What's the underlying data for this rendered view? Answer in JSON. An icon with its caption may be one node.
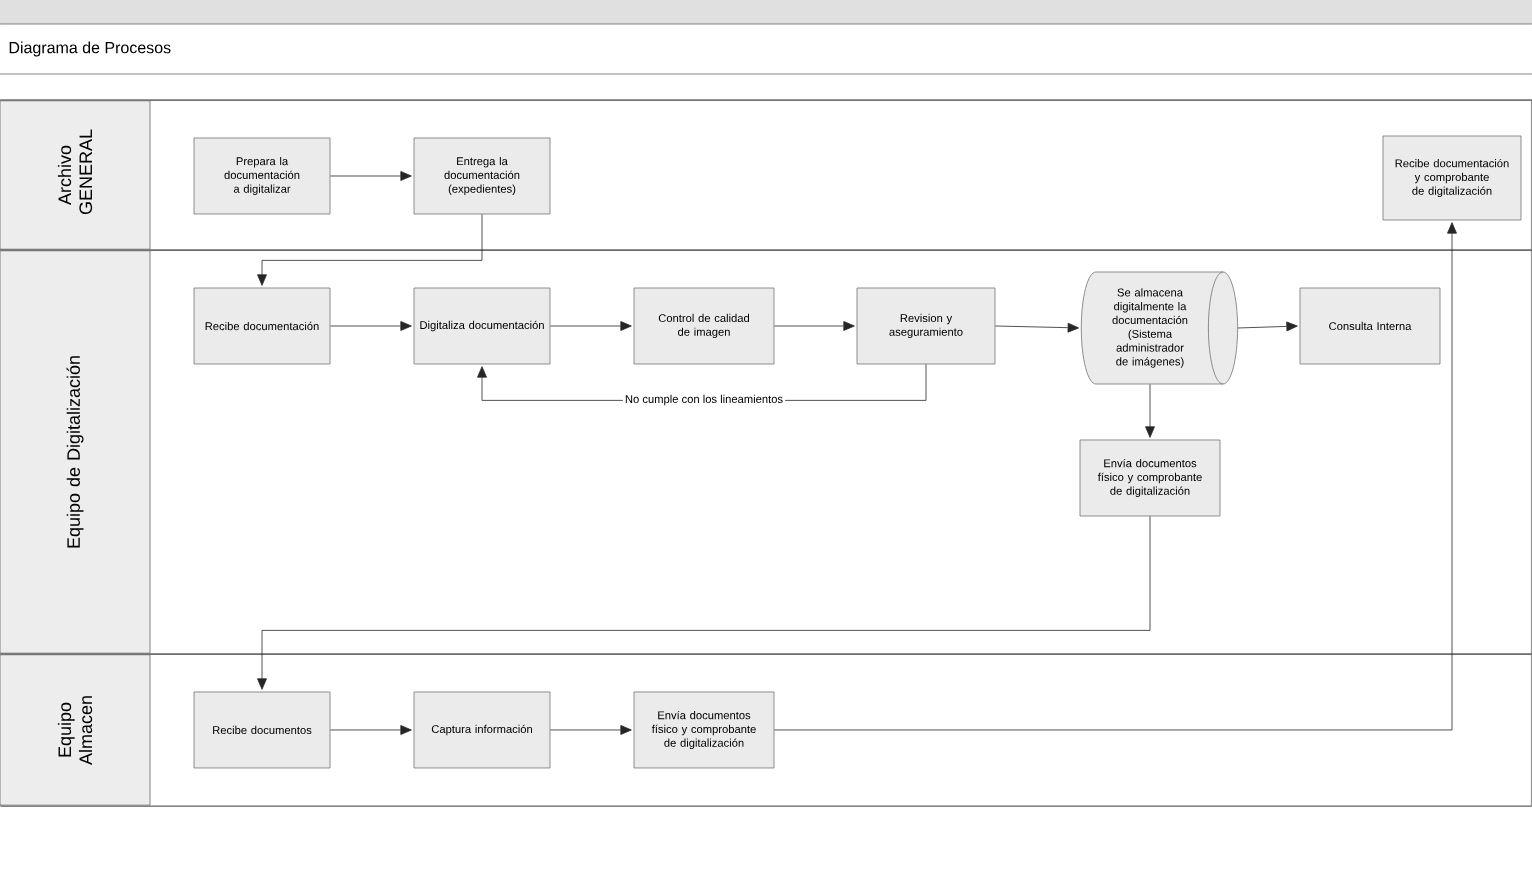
{
  "diagram": {
    "title": "Diagrama de Procesos",
    "nodes": [
      {
        "text": [
          "Archivo GENERAL"
        ]
      },
      {
        "text": [
          "Prepara la documentación a digitalizar"
        ],
        "in": 0
      },
      {
        "text": [
          "Entrega la documentación (expedientes)"
        ],
        "in": 0
      },
      {
        "text": [
          "Recibe documentación y comprobante de digitalización"
        ],
        "in": 0
      },
      {
        "text": [
          "Equipo de Digitalización"
        ]
      },
      {
        "text": [
          "Recibe documentación"
        ],
        "in": 4
      },
      {
        "text": [
          "Digitaliza documentación"
        ],
        "in": 4
      },
      {
        "text": [
          "Control de calidad de imagen"
        ],
        "in": 4
      },
      {
        "text": [
          "Revision y aseguramiento"
        ],
        "in": 4
      },
      {
        "text": [
          "Se almacena digitalmente la documentación (Sistema administrador de imágenes)"
        ],
        "in": 4
      },
      {
        "text": [
          "Consulta Interna"
        ],
        "in": 4
      },
      {
        "text": [
          "Envía documentos físico y comprobante de digitalización"
        ],
        "in": 4
      },
      {
        "text": [
          "Equipo Almacen"
        ]
      },
      {
        "text": [
          "Recibe documentos"
        ],
        "in": 12
      },
      {
        "text": [
          "Captura información"
        ],
        "in": 12
      },
      {
        "text": [
          "Envía documentos físico y comprobante de digitalización"
        ],
        "in": 12
      }
    ],
    "edges": [
      {
        "from": 1,
        "to": 2,
        "arrow": "to"
      },
      {
        "from": 2,
        "to": 5,
        "arrow": "to"
      },
      {
        "from": 5,
        "to": 6,
        "arrow": "to"
      },
      {
        "from": 6,
        "to": 7,
        "arrow": "to"
      },
      {
        "from": 7,
        "to": 8,
        "arrow": "to"
      },
      {
        "from": 8,
        "to": 6,
        "arrow": "to",
        "label": "No cumple con los lineamientos"
      },
      {
        "from": 8,
        "to": 9,
        "arrow": "to"
      },
      {
        "from": 9,
        "to": 10,
        "arrow": "to"
      },
      {
        "from": 9,
        "to": 11,
        "arrow": "to"
      },
      {
        "from": 11,
        "to": 13,
        "arrow": "to"
      },
      {
        "from": 13,
        "to": 14,
        "arrow": "to"
      },
      {
        "from": 14,
        "to": 15,
        "arrow": "to"
      },
      {
        "from": 15,
        "to": 3,
        "arrow": "to"
      }
    ]
  }
}
